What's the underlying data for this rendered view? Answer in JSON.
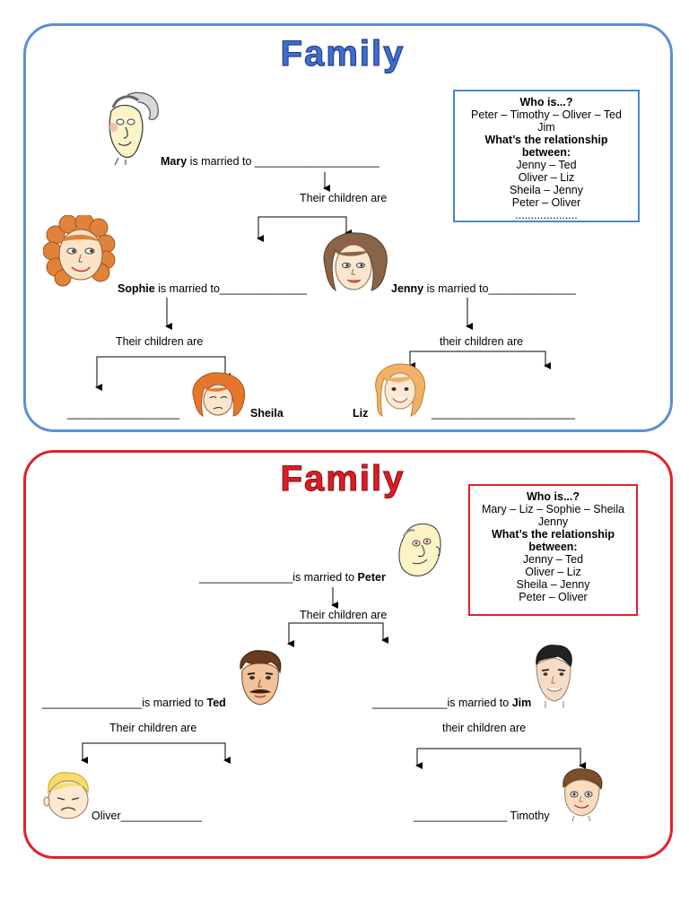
{
  "top": {
    "title": "Family",
    "mary": "Mary",
    "married_to": "is married to",
    "blank_mary": "____________________",
    "their_children_are": "Their children are",
    "sophie": "Sophie",
    "married_to_sophie": "is married to",
    "blank_sophie": "______________",
    "jenny": "Jenny",
    "married_to_jenny": "is married to",
    "blank_jenny": "______________",
    "children_left": "Their children are",
    "children_right": "their children are",
    "blank_left_child": "__________________",
    "sheila": "Sheila",
    "liz": "Liz",
    "blank_right_child": "_______________________",
    "box": {
      "heading1": "Who is...?",
      "line1": "Peter – Timothy – Oliver – Ted",
      "line2": "Jim",
      "heading2a": "What’s the relationship",
      "heading2b": "between:",
      "pair1": "Jenny – Ted",
      "pair2": "Oliver – Liz",
      "pair3": "Sheila – Jenny",
      "pair4": "Peter – Oliver",
      "dots": "...................."
    }
  },
  "bottom": {
    "title": "Family",
    "blank_peter": "_______________",
    "married_to_peter": "is married to",
    "peter": "Peter",
    "their_children_are": "Their children are",
    "blank_ted": "________________",
    "married_to_ted": "is married to",
    "ted": "Ted",
    "blank_jim": "____________",
    "married_to_jim": "is married to",
    "jim": "Jim",
    "children_left": "Their children are",
    "children_right": "their children are",
    "oliver": "Oliver",
    "blank_oliver": "_____________",
    "blank_timothy": "_______________",
    "timothy": "Timothy",
    "box": {
      "heading1": "Who is...?",
      "line1": "Mary – Liz – Sophie – Sheila",
      "line2": "Jenny",
      "heading2a": "What’s the relationship",
      "heading2b": "between:",
      "pair1": "Jenny – Ted",
      "pair2": "Oliver – Liz",
      "pair3": "Sheila – Jenny",
      "pair4": "Peter – Oliver"
    }
  },
  "colors": {
    "top_border": "#5b8fd6",
    "bottom_border": "#e3202a",
    "top_title": "#3d6fd0",
    "bottom_title": "#e01b23"
  },
  "icons": {
    "grandma": "grandma-face-icon",
    "sophie": "curly-red-hair-woman-icon",
    "jenny": "brown-hair-woman-icon",
    "sheila": "red-hair-girl-icon",
    "liz": "blonde-girl-icon",
    "peter": "old-man-face-icon",
    "ted": "mustache-man-icon",
    "jim": "young-man-icon",
    "oliver": "blond-boy-icon",
    "timothy": "brown-hair-boy-icon"
  }
}
